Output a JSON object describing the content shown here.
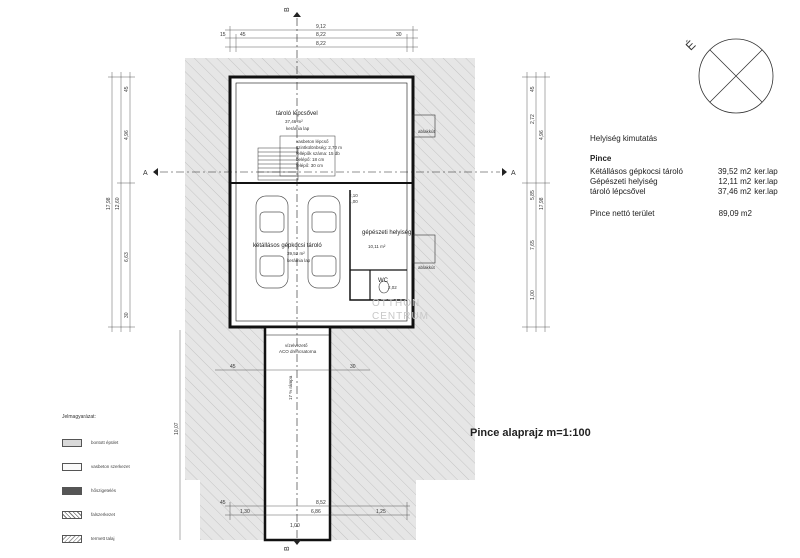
{
  "plan": {
    "title": "Pince alaprajz  m=1:100",
    "north_symbol": "É",
    "section_markers": {
      "a_left": "A",
      "a_right": "A",
      "b_top": "B",
      "b_bottom": "B"
    },
    "rooms": {
      "stair": {
        "name": "tároló lépcsővel",
        "area": "37,46 m²",
        "floor": "kerámia lap",
        "note1": "vasbeton lépcső",
        "note2": "szintkülönbség: 2,70 m",
        "note3": "fellépők száma: 15 db",
        "note4": "belépő: 18 cm",
        "note5": "felépő: 30 cm"
      },
      "garage": {
        "name": "kétállásos gépkocsi tároló",
        "area": "39,52 m²",
        "floor": "kerámia lap"
      },
      "mech": {
        "name": "gépészeti helyiség",
        "area": "10,11 m²"
      },
      "wc": {
        "name": "WC",
        "area": "2,02"
      },
      "ramp": {
        "note1": "vízelvezető",
        "note2": "ACO dréncsatorna",
        "slope": "17 % rámpa"
      },
      "door1": "2,10",
      "door2": "1,00",
      "window_note": "ablakkút",
      "window_note2": "ablakkút"
    },
    "dims_top": {
      "overall": "9,12",
      "inner": "8,22",
      "inner2": "8,22",
      "a": "45",
      "b": "30",
      "c": "15"
    },
    "dims_bottom": {
      "overall": "8,52",
      "inner": "6,86",
      "a": "1,30",
      "b": "1,25",
      "c": "45",
      "d": "1,00"
    },
    "dims_left": {
      "total": "17,98",
      "a": "12,60",
      "b": "4,96",
      "c": "6,63",
      "d": "30",
      "e": "45"
    },
    "dims_right": {
      "total": "17,98",
      "a": "2,72",
      "b": "4,96",
      "c": "5,85",
      "d": "7,65",
      "e": "1,00",
      "f": "45"
    },
    "ramp_length": "10,07",
    "ramp_width": {
      "a": "45",
      "b": "30"
    }
  },
  "table": {
    "title": "Helyiség kimutatás",
    "section": "Pince",
    "rows": [
      {
        "name": "Kétállásos gépkocsi tároló",
        "area": "39,52 m2",
        "floor": "ker.lap"
      },
      {
        "name": "Gépészeti helyiség",
        "area": "12,11 m2",
        "floor": "ker.lap"
      },
      {
        "name": "tároló lépcsővel",
        "area": "37,46 m2",
        "floor": "ker.lap"
      }
    ],
    "total_label": "Pince nettó terület",
    "total_value": "89,09 m2"
  },
  "legend": {
    "title": "Jelmagyarázat:",
    "items": [
      {
        "label": "bontott épület",
        "swatch": "gray"
      },
      {
        "label": "vasbeton szerkezet",
        "swatch": "white"
      },
      {
        "label": "hőszigetelés",
        "swatch": "dark"
      },
      {
        "label": "falszerkezet",
        "swatch": "hatch"
      },
      {
        "label": "termett talaj",
        "swatch": "hatch2"
      }
    ]
  },
  "watermark": {
    "line1": "OTTHON",
    "line2": "CENTRUM"
  }
}
